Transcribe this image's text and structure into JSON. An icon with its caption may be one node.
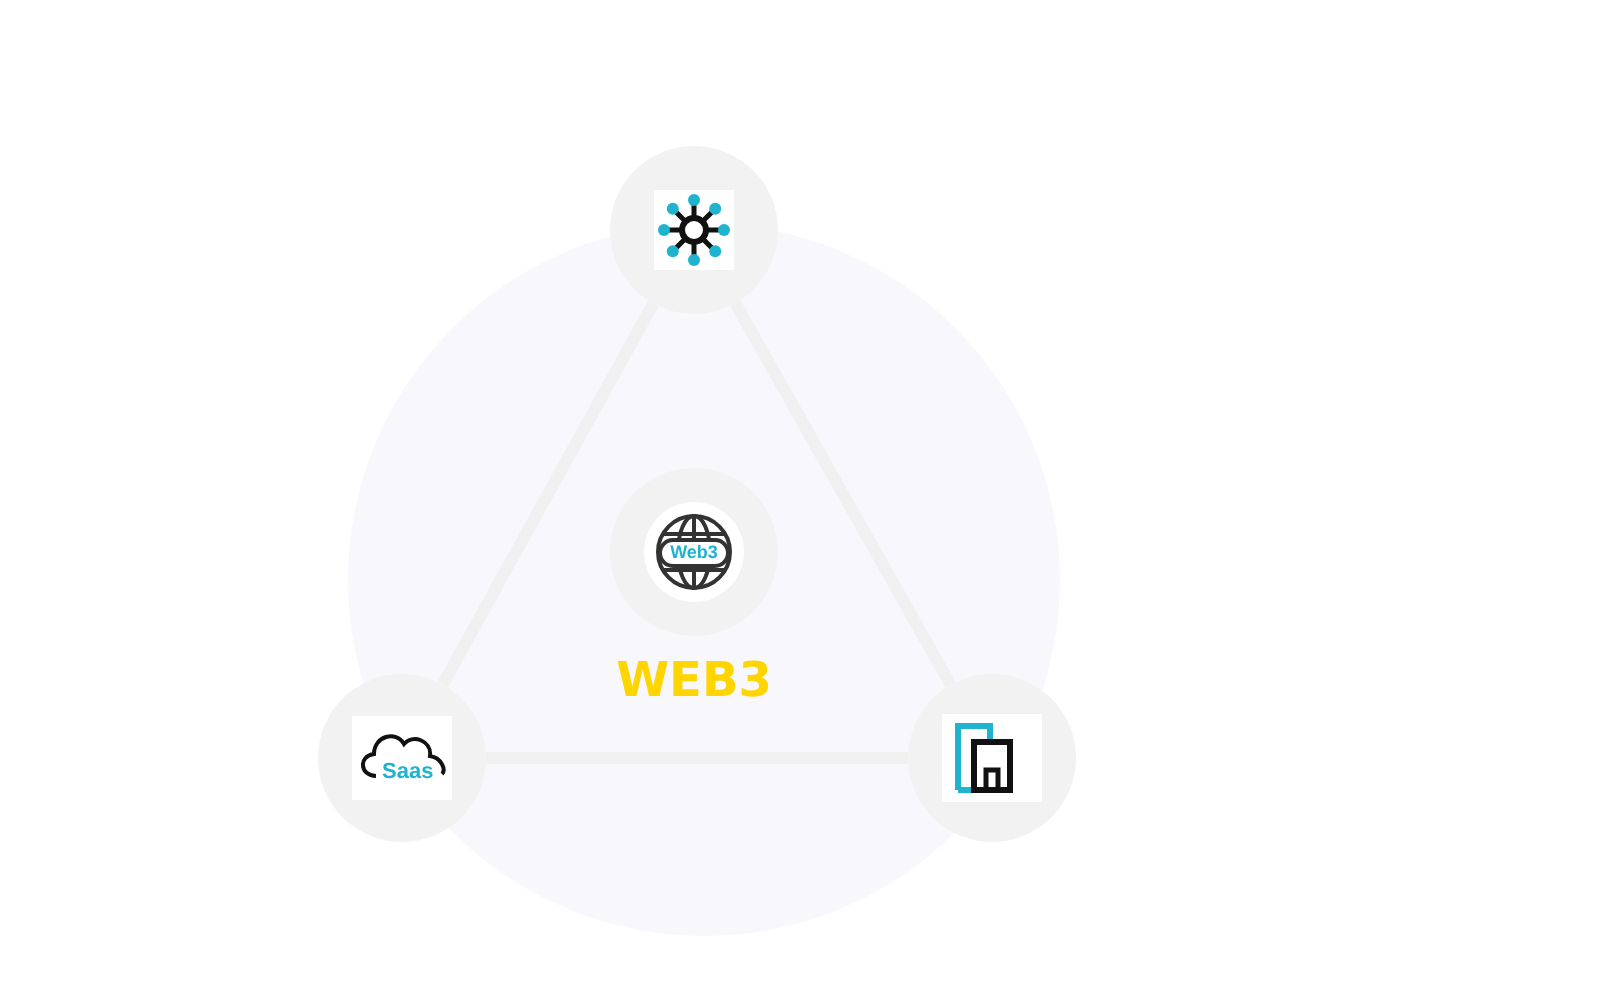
{
  "diagram": {
    "nodes": [
      {
        "text": [],
        "shape": "circle"
      },
      {
        "text": [],
        "shape": "circle"
      },
      {
        "text": [
          "Web3"
        ],
        "beside": [
          "WEB3"
        ],
        "in": 0
      },
      {
        "text": [
          "Saas"
        ]
      },
      {
        "text": [],
        "shape": "circle"
      }
    ],
    "edges": [
      {
        "from": 1,
        "to": 3,
        "arrow": "none"
      },
      {
        "from": 1,
        "to": 4,
        "arrow": "none"
      },
      {
        "from": 3,
        "to": 4,
        "arrow": "none"
      }
    ]
  }
}
